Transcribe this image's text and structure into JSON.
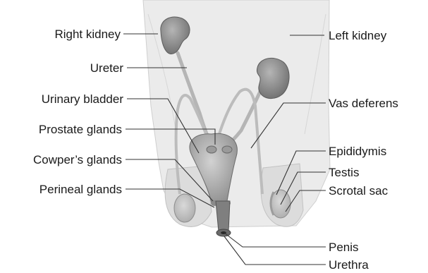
{
  "labels": {
    "right_kidney": "Right kidney",
    "ureter": "Ureter",
    "urinary_bladder": "Urinary bladder",
    "prostate_glands": "Prostate glands",
    "cowpers_glands": "Cowper’s glands",
    "perineal_glands": "Perineal glands",
    "left_kidney": "Left kidney",
    "vas_deferens": "Vas deferens",
    "epididymis": "Epididymis",
    "testis": "Testis",
    "scrotal_sac": "Scrotal sac",
    "penis": "Penis",
    "urethra": "Urethra"
  },
  "colors": {
    "body": "#e6e6e6",
    "organ_dark": "#8e8e8e",
    "organ_mid": "#bdbdbd",
    "tube": "#b7b7b7",
    "leader_line": "#333333"
  }
}
